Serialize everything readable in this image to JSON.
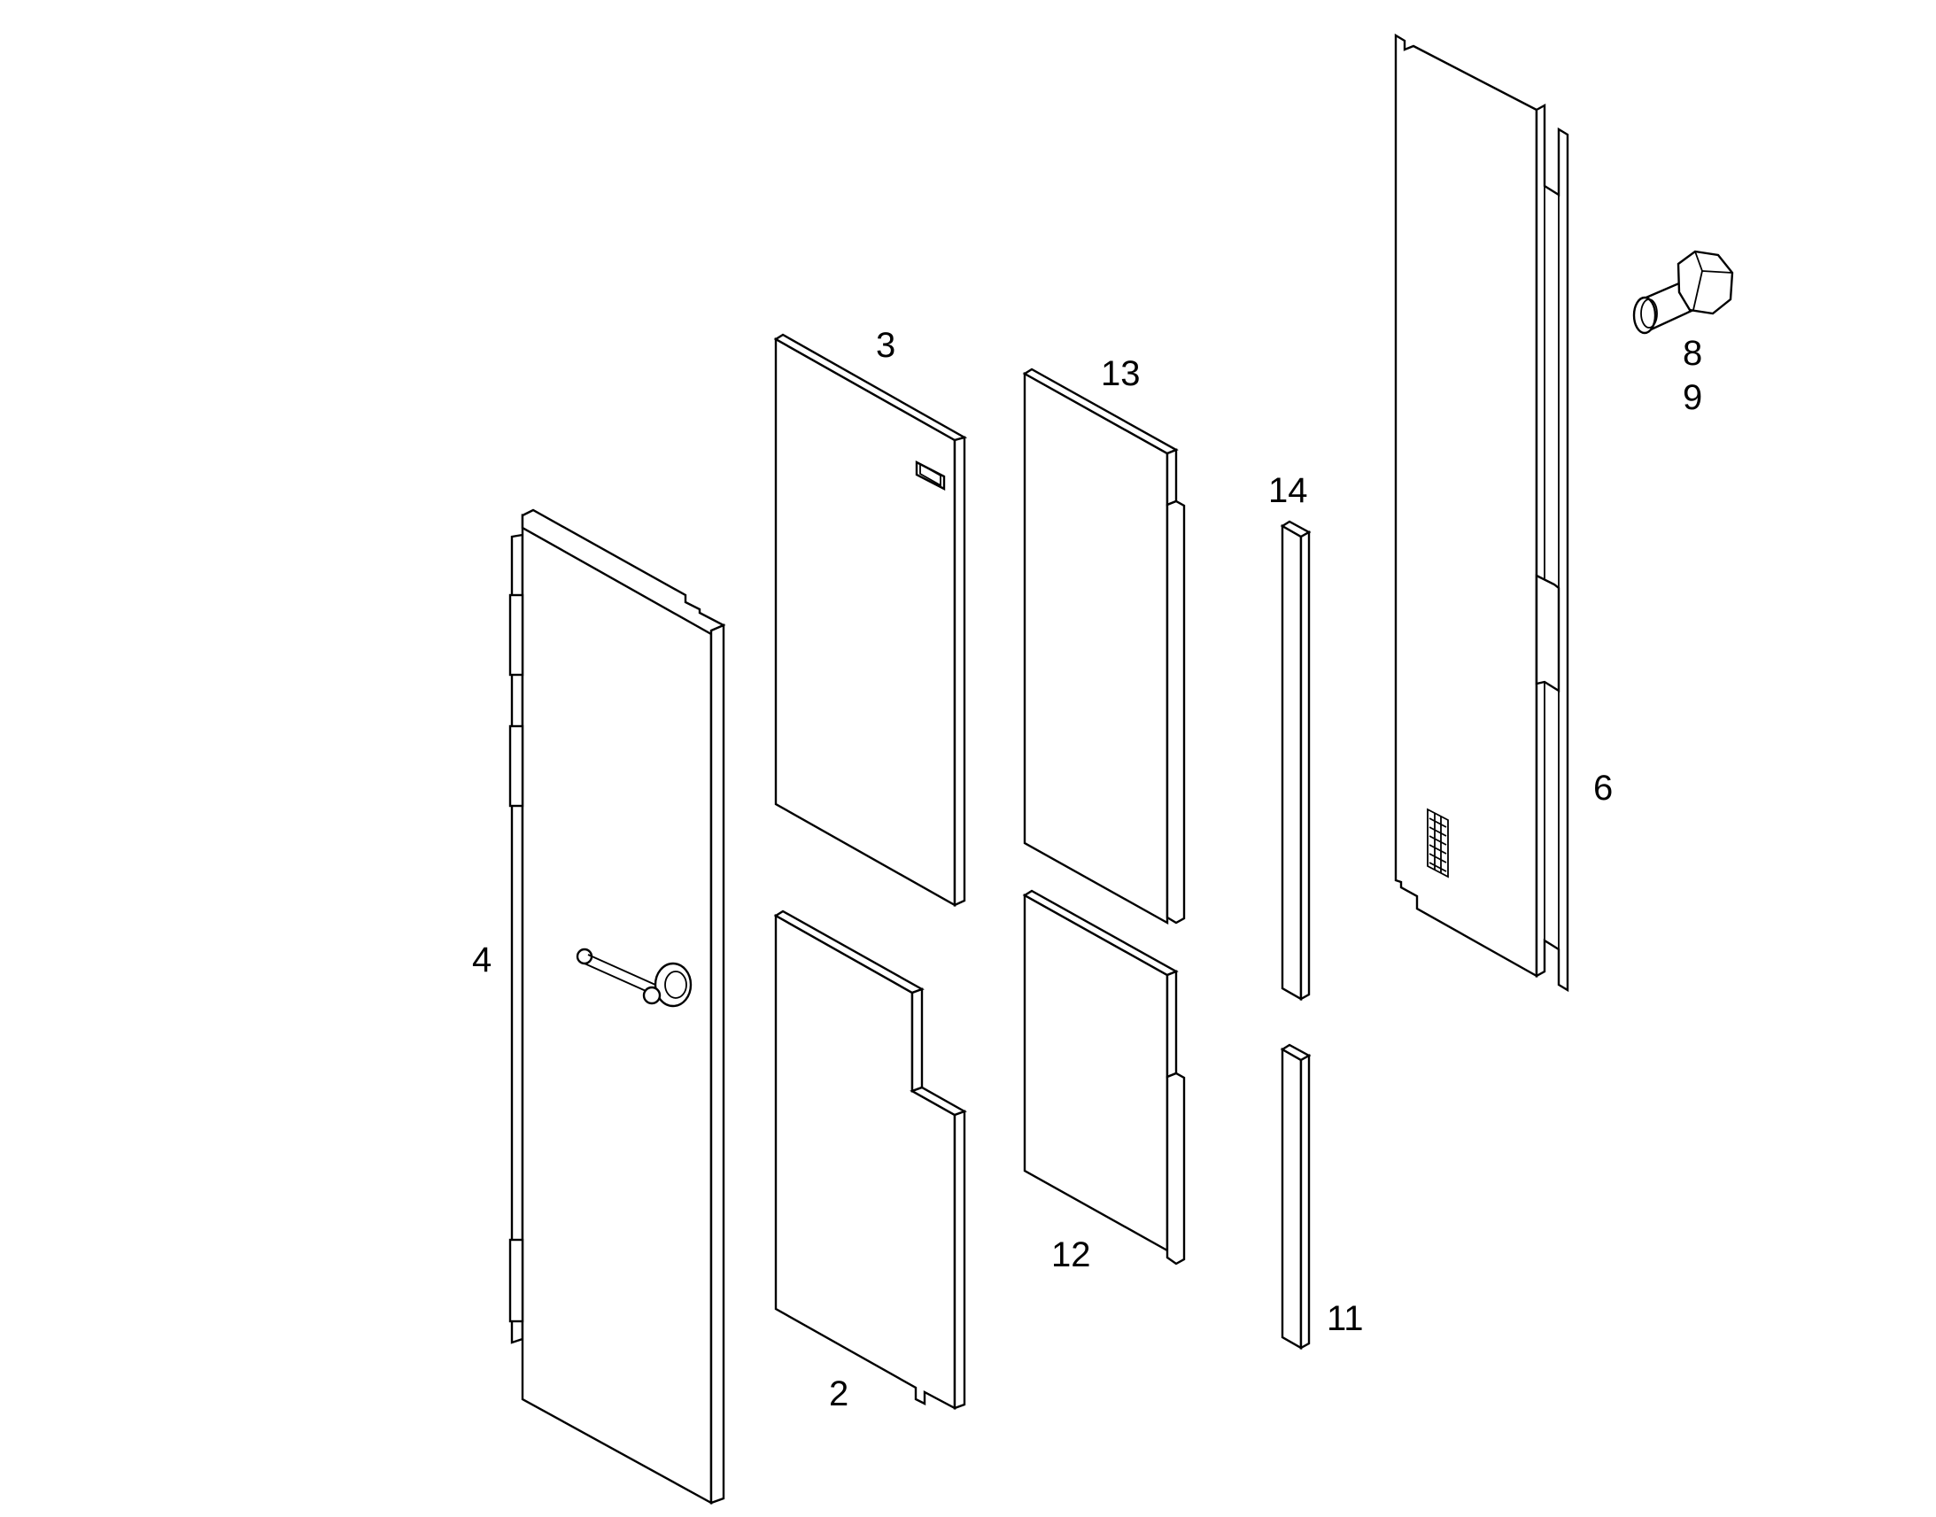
{
  "diagram": {
    "callouts": {
      "part_2": "2",
      "part_3": "3",
      "part_4": "4",
      "part_6": "6",
      "part_8": "8",
      "part_9": "9",
      "part_11": "11",
      "part_12": "12",
      "part_13": "13",
      "part_14": "14"
    },
    "line_color": "#000000",
    "background_color": "#ffffff"
  }
}
